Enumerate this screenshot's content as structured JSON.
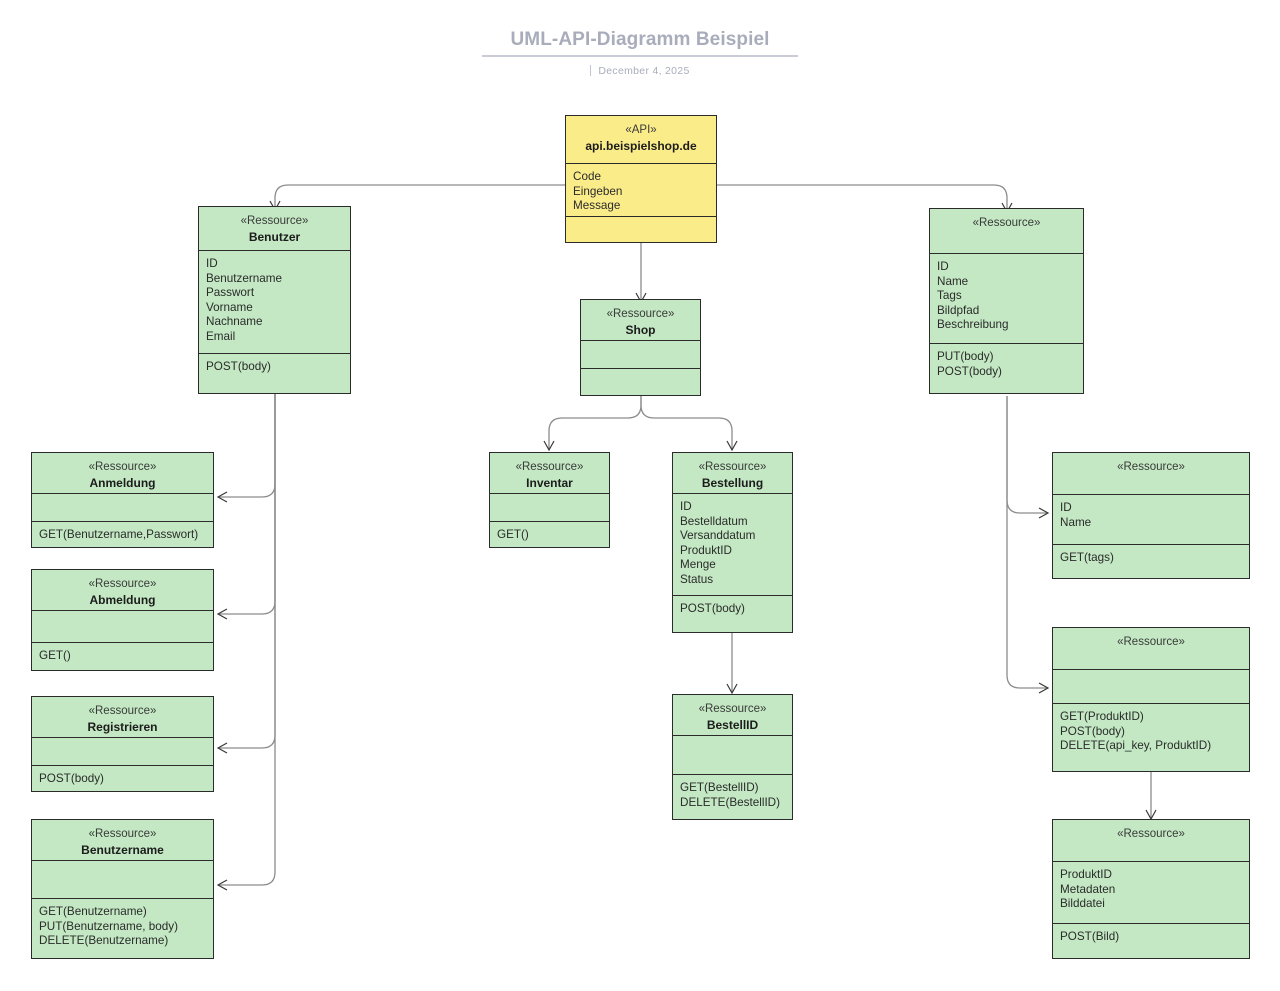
{
  "header": {
    "title": "UML-API-Diagramm Beispiel",
    "date": "December 4, 2025"
  },
  "colors": {
    "api_fill": "#fbec8a",
    "resource_fill": "#c3e8c3",
    "border": "#2b2b2b",
    "connector": "#8c8c8c",
    "title_text": "#a9adbb"
  },
  "nodes": {
    "api": {
      "stereotype": "«API»",
      "name": "api.beispielshop.de",
      "attributes": [
        "Code",
        "Eingeben",
        "Message"
      ],
      "operations": []
    },
    "benutzer": {
      "stereotype": "«Ressource»",
      "name": "Benutzer",
      "attributes": [
        "ID",
        "Benutzername",
        "Passwort",
        "Vorname",
        "Nachname",
        "Email"
      ],
      "operations": [
        "POST(body)"
      ]
    },
    "shop": {
      "stereotype": "«Ressource»",
      "name": "Shop",
      "attributes": [],
      "operations": []
    },
    "produkt": {
      "stereotype": "«Ressource»",
      "name": "",
      "attributes": [
        "ID",
        "Name",
        "Tags",
        "Bildpfad",
        "Beschreibung"
      ],
      "operations": [
        "PUT(body)",
        "POST(body)"
      ]
    },
    "anmeldung": {
      "stereotype": "«Ressource»",
      "name": "Anmeldung",
      "attributes": [],
      "operations": [
        "GET(Benutzername,Passwort)"
      ]
    },
    "abmeldung": {
      "stereotype": "«Ressource»",
      "name": "Abmeldung",
      "attributes": [],
      "operations": [
        "GET()"
      ]
    },
    "registrieren": {
      "stereotype": "«Ressource»",
      "name": "Registrieren",
      "attributes": [],
      "operations": [
        "POST(body)"
      ]
    },
    "benutzername": {
      "stereotype": "«Ressource»",
      "name": "Benutzername",
      "attributes": [],
      "operations": [
        "GET(Benutzername)",
        "PUT(Benutzername, body)",
        "DELETE(Benutzername)"
      ]
    },
    "inventar": {
      "stereotype": "«Ressource»",
      "name": "Inventar",
      "attributes": [],
      "operations": [
        "GET()"
      ]
    },
    "bestellung": {
      "stereotype": "«Ressource»",
      "name": "Bestellung",
      "attributes": [
        "ID",
        "Bestelldatum",
        "Versanddatum",
        "ProduktID",
        "Menge",
        "Status"
      ],
      "operations": [
        "POST(body)"
      ]
    },
    "bestellid": {
      "stereotype": "«Ressource»",
      "name": "BestellID",
      "attributes": [],
      "operations": [
        "GET(BestellID)",
        "DELETE(BestellID)"
      ]
    },
    "tags": {
      "stereotype": "«Ressource»",
      "name": "",
      "attributes": [
        "ID",
        "Name"
      ],
      "operations": [
        "GET(tags)"
      ]
    },
    "produktid": {
      "stereotype": "«Ressource»",
      "name": "",
      "attributes": [],
      "operations": [
        "GET(ProduktID)",
        "POST(body)",
        "DELETE(api_key, ProduktID)"
      ]
    },
    "bild": {
      "stereotype": "«Ressource»",
      "name": "",
      "attributes": [
        "ProduktID",
        "Metadaten",
        "Bilddatei"
      ],
      "operations": [
        "POST(Bild)"
      ]
    }
  }
}
